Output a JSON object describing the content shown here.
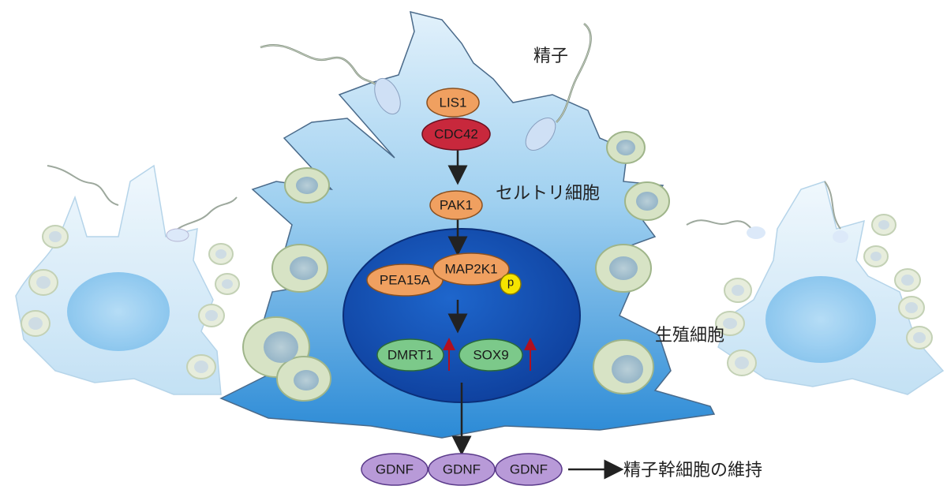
{
  "labels": {
    "sperm": "精子",
    "sertoli": "セルトリ細胞",
    "germ": "生殖細胞",
    "outcome": "精子幹細胞の維持"
  },
  "proteins": {
    "lis1": "LIS1",
    "cdc42": "CDC42",
    "pak1": "PAK1",
    "pea15a": "PEA15A",
    "map2k1": "MAP2K1",
    "phospho": "p",
    "dmrt1": "DMRT1",
    "sox9": "SOX9",
    "gdnf": [
      "GDNF",
      "GDNF",
      "GDNF"
    ]
  },
  "colors": {
    "sertoli_top": "#d8ecf9",
    "sertoli_bottom": "#2f8fd8",
    "nucleus": "#1553b8",
    "orange_protein": "#f0a060",
    "red_protein": "#c8283c",
    "green_protein": "#7cc98a",
    "phospho": "#f5e400",
    "gdnf": "#b89ad8",
    "germ_cell": "#d7e3c5",
    "upregulation_arrow": "#b01020"
  }
}
